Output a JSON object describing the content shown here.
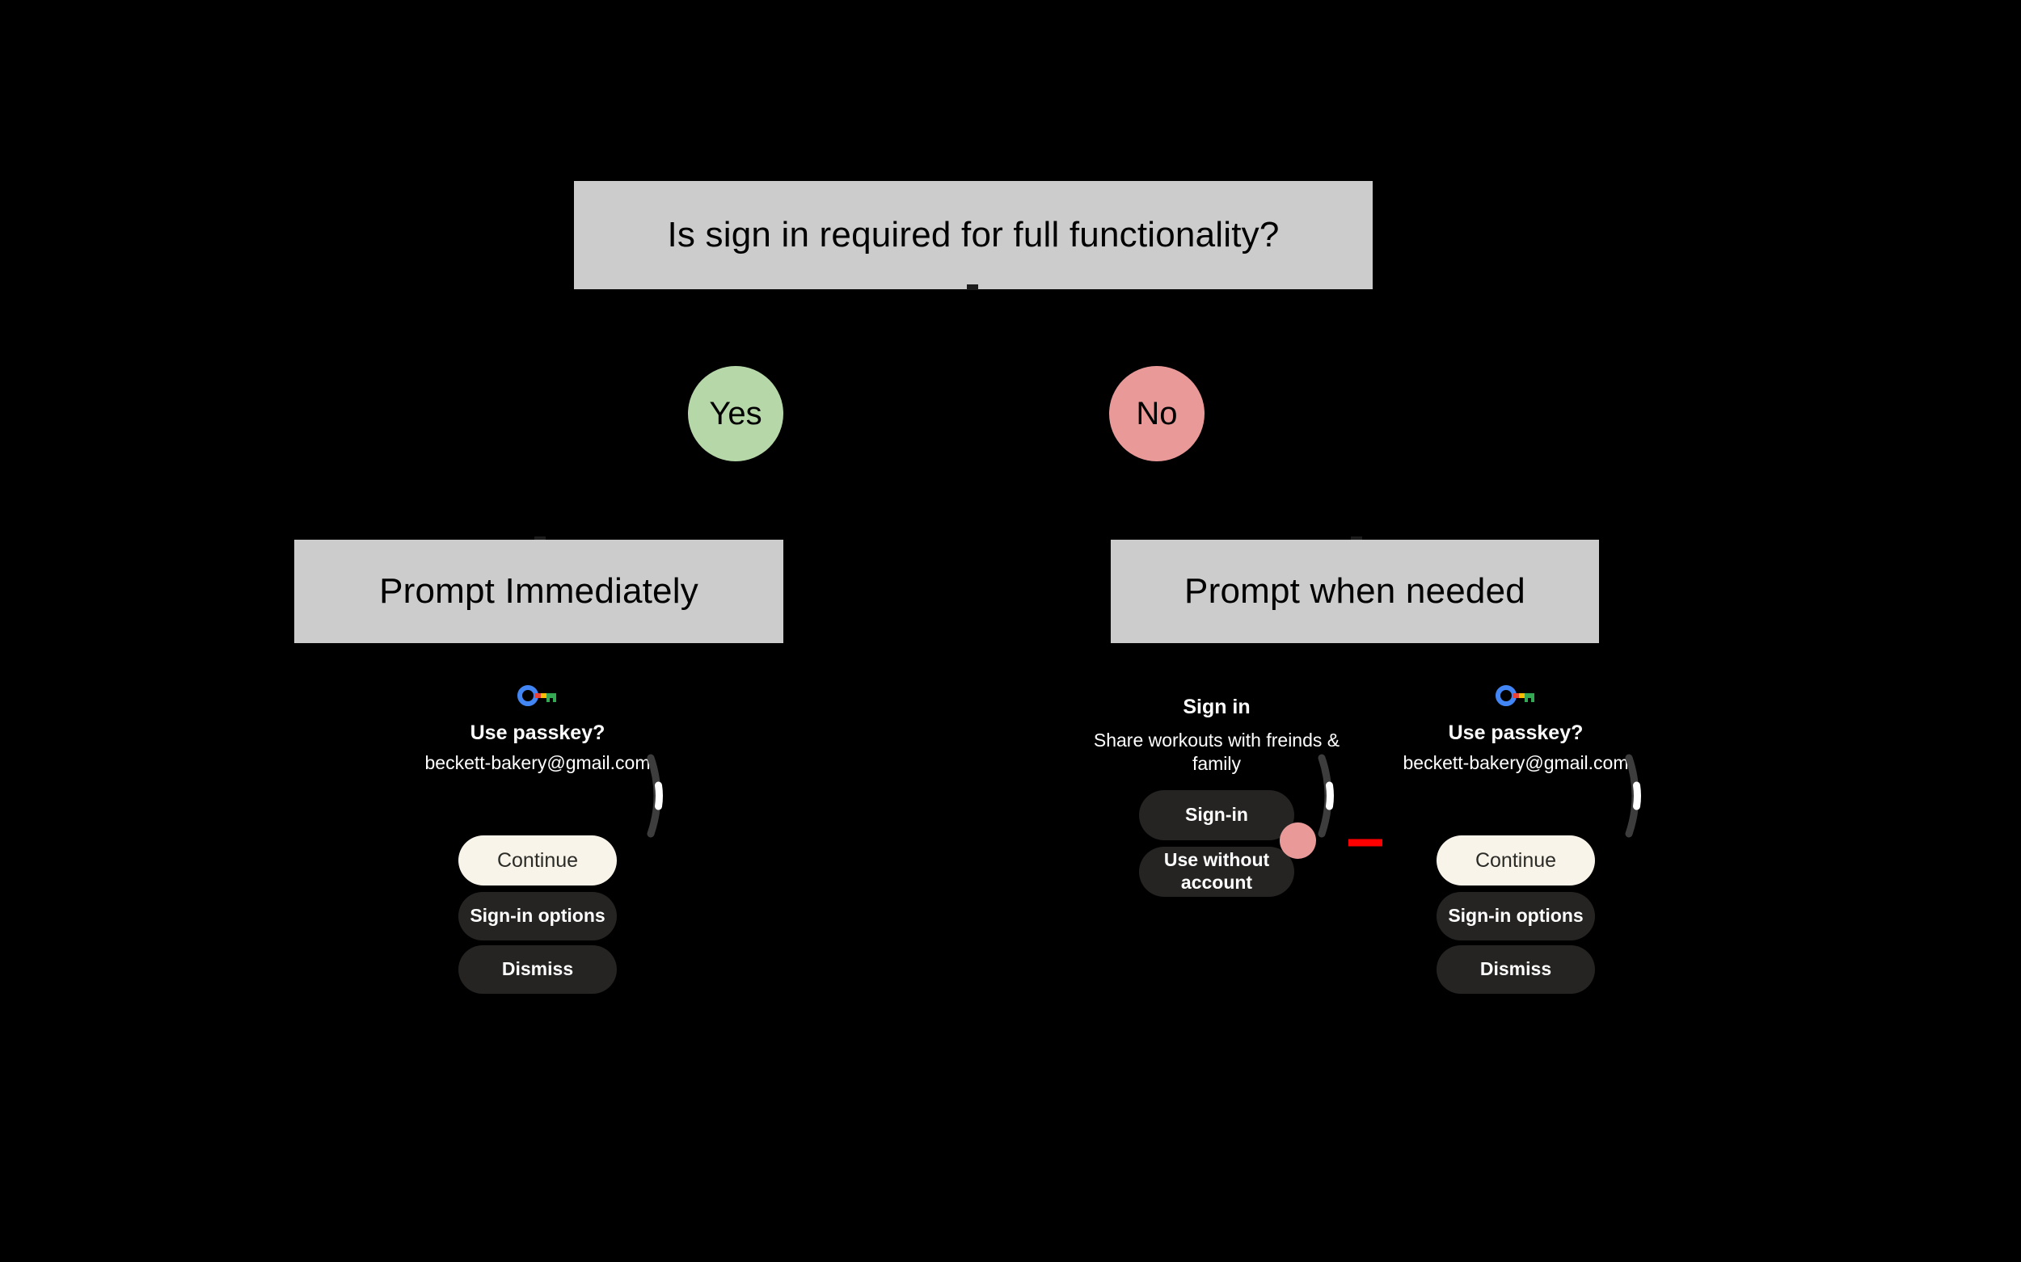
{
  "diagram": {
    "type": "decision-flowchart",
    "background_color": "#000000",
    "box_fill": "#cccccc",
    "question": "Is sign in required for full functionality?",
    "branches": [
      {
        "label": "Yes",
        "color": "#b6d7a8",
        "outcome": "Prompt Immediately"
      },
      {
        "label": "No",
        "color": "#ea9999",
        "outcome": "Prompt when needed"
      }
    ],
    "outcome_left": "Prompt Immediately",
    "outcome_right": "Prompt when needed"
  },
  "annotation": {
    "arrow_color": "#ff0000",
    "arrow_meaning": "sign-in-leads-to-passkey-prompt"
  },
  "screens": {
    "left": {
      "name": "passkey-prompt",
      "icon": "google-passkey-icon",
      "title": "Use passkey?",
      "subtitle": "beckett-bakery@gmail.com",
      "buttons": [
        {
          "label": "Continue",
          "style": "cream"
        },
        {
          "label": "Sign-in options",
          "style": "dark"
        },
        {
          "label": "Dismiss",
          "style": "dark"
        }
      ]
    },
    "middle": {
      "name": "sign-in-upsell",
      "title": "Sign in",
      "subtitle": "Share workouts with freinds & family",
      "buttons": [
        {
          "label": "Sign-in",
          "style": "dark",
          "accent_dot": "#ea9999"
        },
        {
          "label": "Use without account",
          "style": "dark"
        }
      ]
    },
    "right": {
      "name": "passkey-prompt",
      "icon": "google-passkey-icon",
      "title": "Use passkey?",
      "subtitle": "beckett-bakery@gmail.com",
      "buttons": [
        {
          "label": "Continue",
          "style": "cream"
        },
        {
          "label": "Sign-in options",
          "style": "dark"
        },
        {
          "label": "Dismiss",
          "style": "dark"
        }
      ]
    }
  },
  "colors": {
    "button_dark": "#262422",
    "button_cream": "#f9f4e9",
    "accent_pink": "#ea9999",
    "accent_green": "#b6d7a8",
    "box_gray": "#cccccc",
    "arrow_red": "#ff0000"
  }
}
